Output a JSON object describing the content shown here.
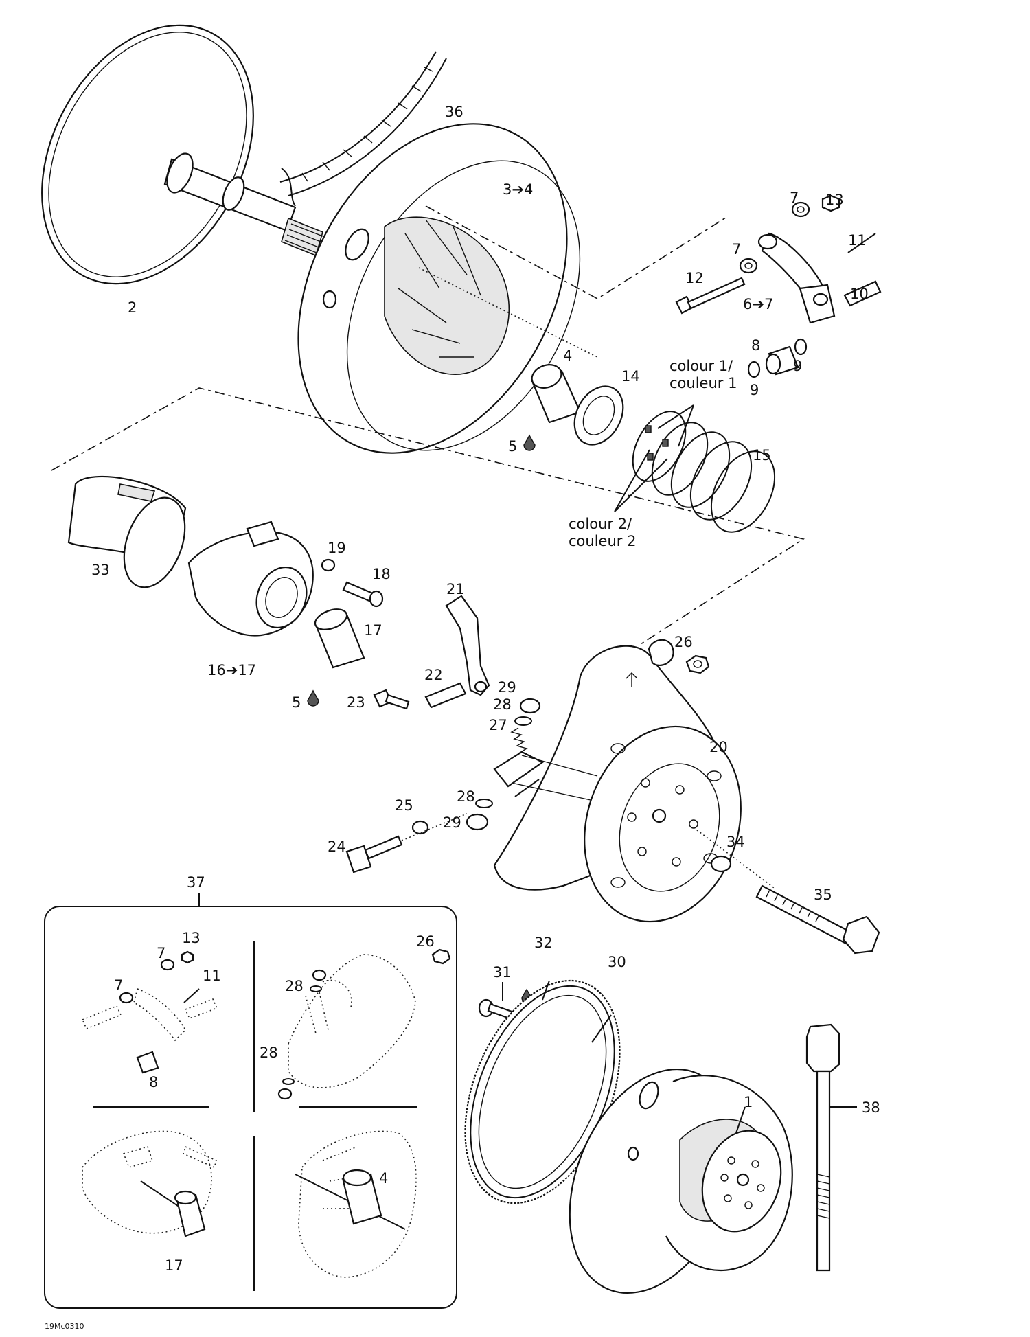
{
  "labels": {
    "l1": "1",
    "l2": "2",
    "l3_4": "3➔4",
    "l4a": "4",
    "l4b": "4",
    "l5a": "5",
    "l5b": "5",
    "l6_7": "6➔7",
    "l7a": "7",
    "l7b": "7",
    "l7c": "7",
    "l7d": "7",
    "l8a": "8",
    "l8b": "8",
    "l9a": "9",
    "l9b": "9",
    "l10": "10",
    "l11a": "11",
    "l11b": "11",
    "l12": "12",
    "l13a": "13",
    "l13b": "13",
    "l14": "14",
    "l15": "15",
    "l16_17": "16➔17",
    "l17a": "17",
    "l17b": "17",
    "l18": "18",
    "l19": "19",
    "l20": "20",
    "l21": "21",
    "l22": "22",
    "l23": "23",
    "l24": "24",
    "l25": "25",
    "l26a": "26",
    "l26b": "26",
    "l27": "27",
    "l28a": "28",
    "l28b": "28",
    "l28c": "28",
    "l28d": "28",
    "l29a": "29",
    "l29b": "29",
    "l30": "30",
    "l31": "31",
    "l32": "32",
    "l33": "33",
    "l34": "34",
    "l35": "35",
    "l36": "36",
    "l37": "37",
    "l38": "38"
  },
  "notes": {
    "colour1_line1": "colour 1/",
    "colour1_line2": "couleur 1",
    "colour2_line1": "colour 2/",
    "colour2_line2": "couleur 2"
  },
  "figure_code": "19Mc0310"
}
